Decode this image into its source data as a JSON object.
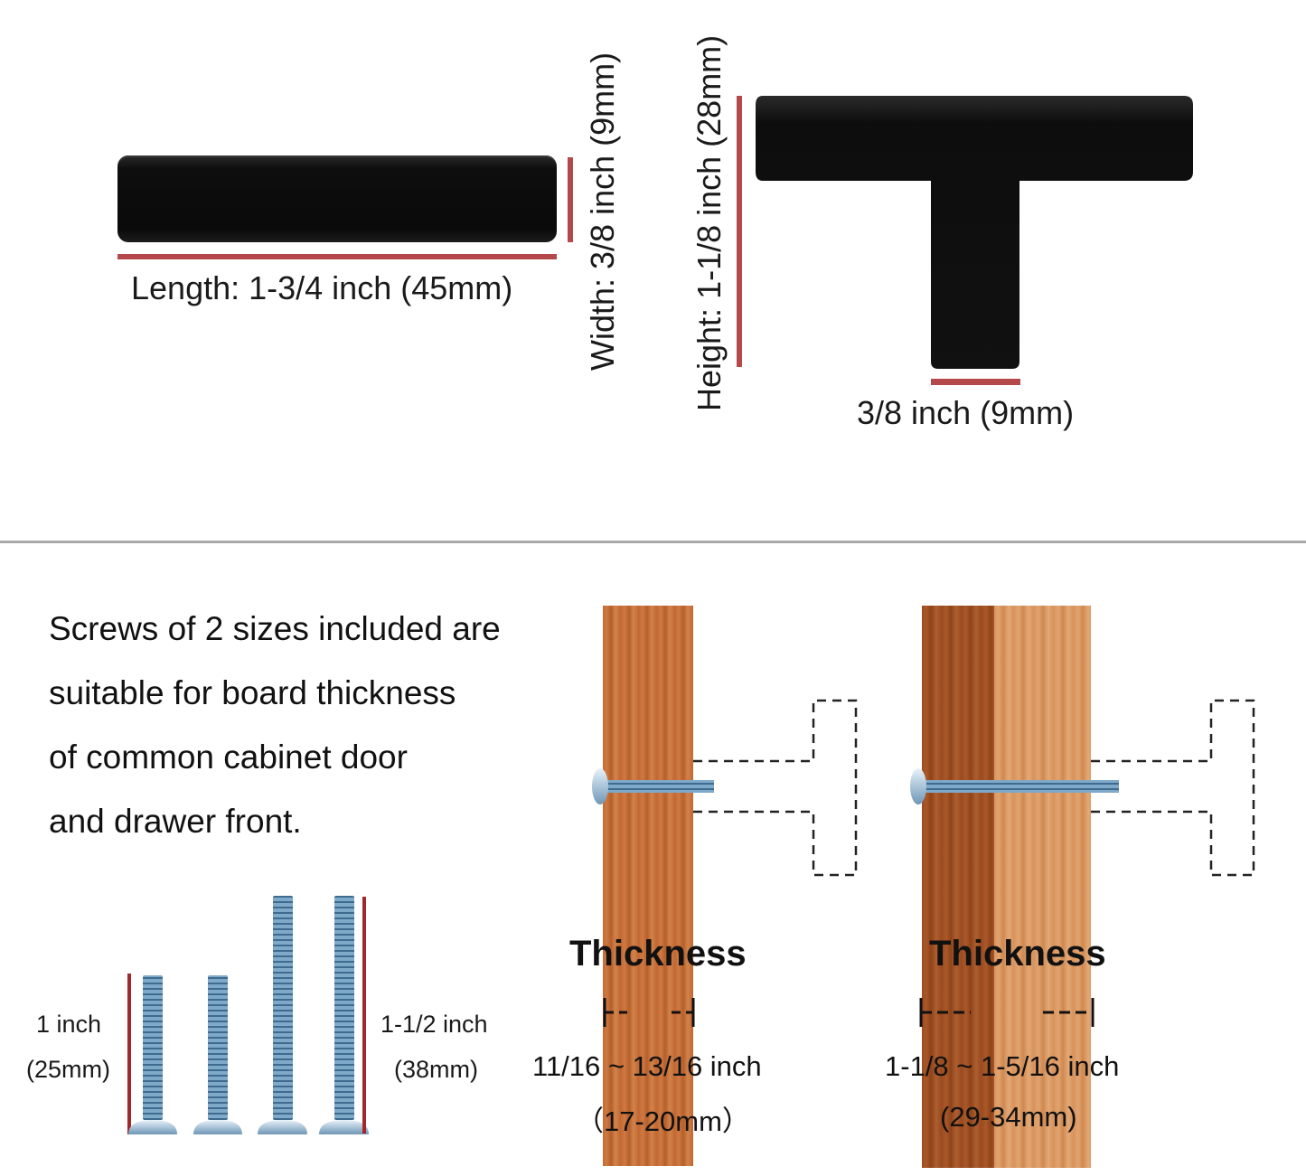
{
  "dimensions": {
    "length": "Length: 1-3/4 inch (45mm)",
    "width": "Width: 3/8 inch (9mm)",
    "height": "Height: 1-1/8 inch (28mm)",
    "stem": "3/8 inch (9mm)"
  },
  "description": {
    "lines": [
      "Screws of 2 sizes included are",
      "suitable for board thickness",
      "of common cabinet door",
      "and drawer front."
    ]
  },
  "screws": {
    "short": {
      "size": "1 inch",
      "metric": "(25mm)"
    },
    "long": {
      "size": "1-1/2 inch",
      "metric": "(38mm)"
    }
  },
  "boards": {
    "thin": {
      "title": "Thickness",
      "range": "11/16 ~ 13/16 inch",
      "metric": "（17-20mm）"
    },
    "thick": {
      "title": "Thickness",
      "range": "1-1/8 ~ 1-5/16 inch",
      "metric": "(29-34mm)"
    }
  },
  "colors": {
    "accent_red": "#b5484b",
    "handle_black": "#0e0e0e",
    "divider_gray": "#a8a8a8"
  }
}
